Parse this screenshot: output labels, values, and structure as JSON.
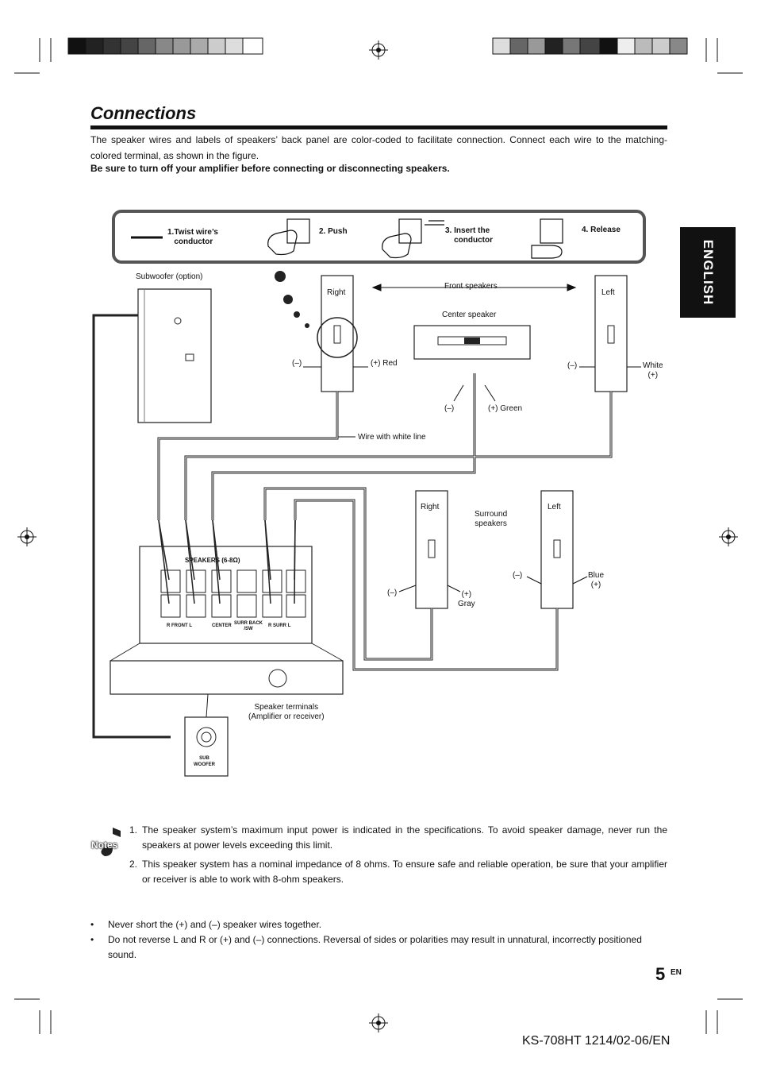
{
  "page": {
    "title": "Connections",
    "intro": "The speaker wires and labels of speakers’ back panel are color-coded to facilitate connection. Connect each wire to the matching-colored terminal, as shown in the figure.",
    "warning": "Be sure to turn off your amplifier before connecting or disconnecting speakers.",
    "language_tab": "ENGLISH",
    "page_number": "5",
    "page_suffix": "EN",
    "footer": "KS-708HT  1214/02-06/EN"
  },
  "steps": [
    {
      "num": "1.",
      "label": "Twist wire’s\nconductor"
    },
    {
      "num": "2.",
      "label": "Push"
    },
    {
      "num": "3.",
      "label": "Insert the\nconductor"
    },
    {
      "num": "4.",
      "label": "Release"
    }
  ],
  "diagram": {
    "subwoofer": "Subwoofer (option)",
    "front_speakers": "Front speakers",
    "front_right": "Right",
    "front_left": "Left",
    "center_speaker": "Center speaker",
    "minus": "(–)",
    "plus_red": "(+) Red",
    "white": "White",
    "plus": "(+)",
    "plus_green": "(+) Green",
    "wire_white_line": "Wire with white line",
    "surround_right": "Right",
    "surround_left": "Left",
    "surround_speakers": "Surround\nspeakers",
    "blue": "Blue",
    "gray": "Gray",
    "speakers_panel": "SPEAKERS (6-8Ω)",
    "front": "FRONT",
    "center": "CENTER",
    "surr_back": "SURR BACK\n/SW",
    "surr": "SURR",
    "r": "R",
    "l": "L",
    "speaker_terminals": "Speaker terminals\n(Amplifier or receiver)",
    "sub_woofer": "SUB\nWOOFER"
  },
  "notes_label": "Notes",
  "notes": [
    {
      "num": "1.",
      "text": "The speaker system’s maximum input power is indicated in the specifications. To avoid speaker damage, never run the speakers at power levels exceeding this limit."
    },
    {
      "num": "2.",
      "text": "This speaker system has a nominal impedance of 8 ohms. To ensure safe and reliable operation, be sure that your amplifier or receiver is able to work with 8-ohm speakers."
    }
  ],
  "bullets": [
    {
      "mark": "•",
      "text": "Never short the (+) and (–) speaker wires together."
    },
    {
      "mark": "•",
      "text": "Do not reverse L and R or (+) and (–) connections. Reversal of sides or polarities may result in unnatural, incorrectly positioned sound."
    }
  ],
  "colors": {
    "text": "#111111",
    "tab_bg": "#111111"
  }
}
